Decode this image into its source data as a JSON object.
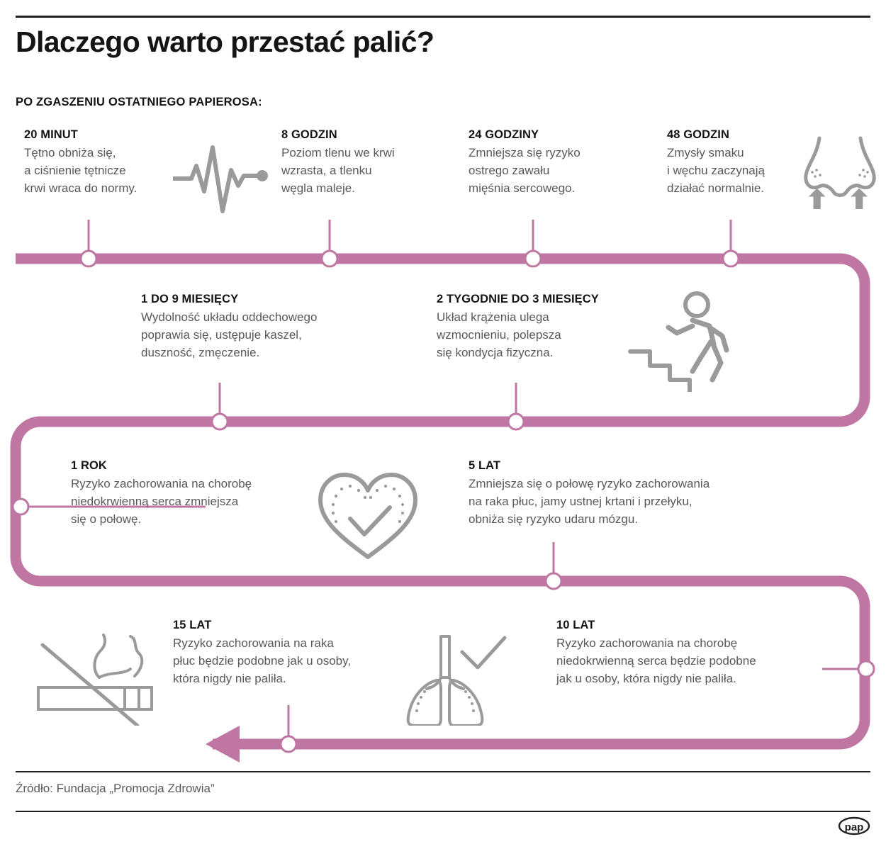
{
  "header": {
    "title": "Dlaczego warto przestać palić?",
    "subtitle": "PO ZGASZENIU OSTATNIEGO PAPIEROSA:"
  },
  "milestones": [
    {
      "id": "20-minut",
      "label": "20 MINUT",
      "description": "Tętno obniża się,\na ciśnienie tętnicze\nkrwi wraca do normy.",
      "icon": "heartbeat-icon"
    },
    {
      "id": "8-godzin",
      "label": "8 GODZIN",
      "description": "Poziom tlenu we krwi\nwzrasta, a tlenku\nwęgla maleje.",
      "icon": null
    },
    {
      "id": "24-godziny",
      "label": "24 GODZINY",
      "description": "Zmniejsza się ryzyko\nostrego zawału\nmięśnia sercowego.",
      "icon": null
    },
    {
      "id": "48-godzin",
      "label": "48 GODZIN",
      "description": "Zmysły smaku\ni węchu zaczynają\ndziałać normalnie.",
      "icon": "nose-icon"
    },
    {
      "id": "1-do-9-miesiecy",
      "label": "1 DO 9 MIESIĘCY",
      "description": "Wydolność układu oddechowego\npoprawia się, ustępuje kaszel,\nduszność, zmęczenie.",
      "icon": null
    },
    {
      "id": "2-tygodnie-do-3-miesiecy",
      "label": "2 TYGODNIE DO 3 MIESIĘCY",
      "description": "Układ krążenia ulega\nwzmocnieniu, polepsza\nsię kondycja fizyczna.",
      "icon": "stairs-runner-icon"
    },
    {
      "id": "1-rok",
      "label": "1 ROK",
      "description": "Ryzyko zachorowania na chorobę\nniedokrwienną serca zmniejsza\nsię o połowę.",
      "icon": "heart-check-icon"
    },
    {
      "id": "5-lat",
      "label": "5 LAT",
      "description": "Zmniejsza się o połowę ryzyko zachorowania\nna raka płuc, jamy ustnej krtani i przełyku,\nobniża się ryzyko udaru mózgu.",
      "icon": null
    },
    {
      "id": "15-lat",
      "label": "15 LAT",
      "description": "Ryzyko zachorowania na raka\npłuc będzie podobne jak u osoby,\nktóra nigdy nie paliła.",
      "icon": "no-smoking-icon"
    },
    {
      "id": "10-lat",
      "label": "10 LAT",
      "description": "Ryzyko zachorowania na chorobę\nniedokrwienną serca będzie podobne\njak u osoby, która nigdy nie paliła.",
      "icon": "lungs-check-icon"
    }
  ],
  "footer": {
    "source": "Źródło: Fundacja „Promocja Zdrowia”",
    "logo": "pap"
  },
  "colors": {
    "accent_pink": "#bf76a3",
    "text_dark": "#141414",
    "text_gray": "#58595b",
    "icon_gray": "#9a9a9a",
    "rule_black": "#231f20"
  }
}
